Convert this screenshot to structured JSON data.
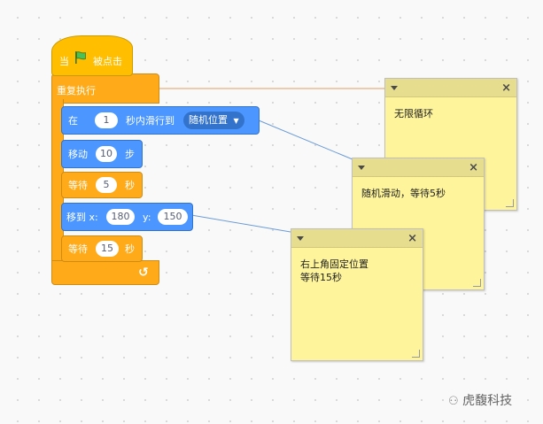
{
  "hat_block": {
    "prefix": "当",
    "suffix": "被点击",
    "flag_icon": "green-flag-icon"
  },
  "forever_block": {
    "label": "重复执行"
  },
  "glide_block": {
    "prefix": "在",
    "secs": "1",
    "mid": "秒内滑行到",
    "target": "随机位置"
  },
  "move_block": {
    "prefix": "移动",
    "steps": "10",
    "suffix": "步"
  },
  "wait_block_1": {
    "prefix": "等待",
    "secs": "5",
    "suffix": "秒"
  },
  "goto_block": {
    "prefix": "移到 x:",
    "x": "180",
    "ylabel": "y:",
    "y": "150"
  },
  "wait_block_2": {
    "prefix": "等待",
    "secs": "15",
    "suffix": "秒"
  },
  "notes": [
    {
      "text": "无限循环"
    },
    {
      "text": "随机滑动，等待5秒"
    },
    {
      "text": "右上角固定位置\n等待15秒"
    }
  ],
  "watermark": {
    "text": "虎馥科技"
  },
  "colors": {
    "events": "#ffbf00",
    "control": "#ffab19",
    "motion": "#4c97ff",
    "note": "#fef49c",
    "note_header": "#e7dd8f"
  }
}
